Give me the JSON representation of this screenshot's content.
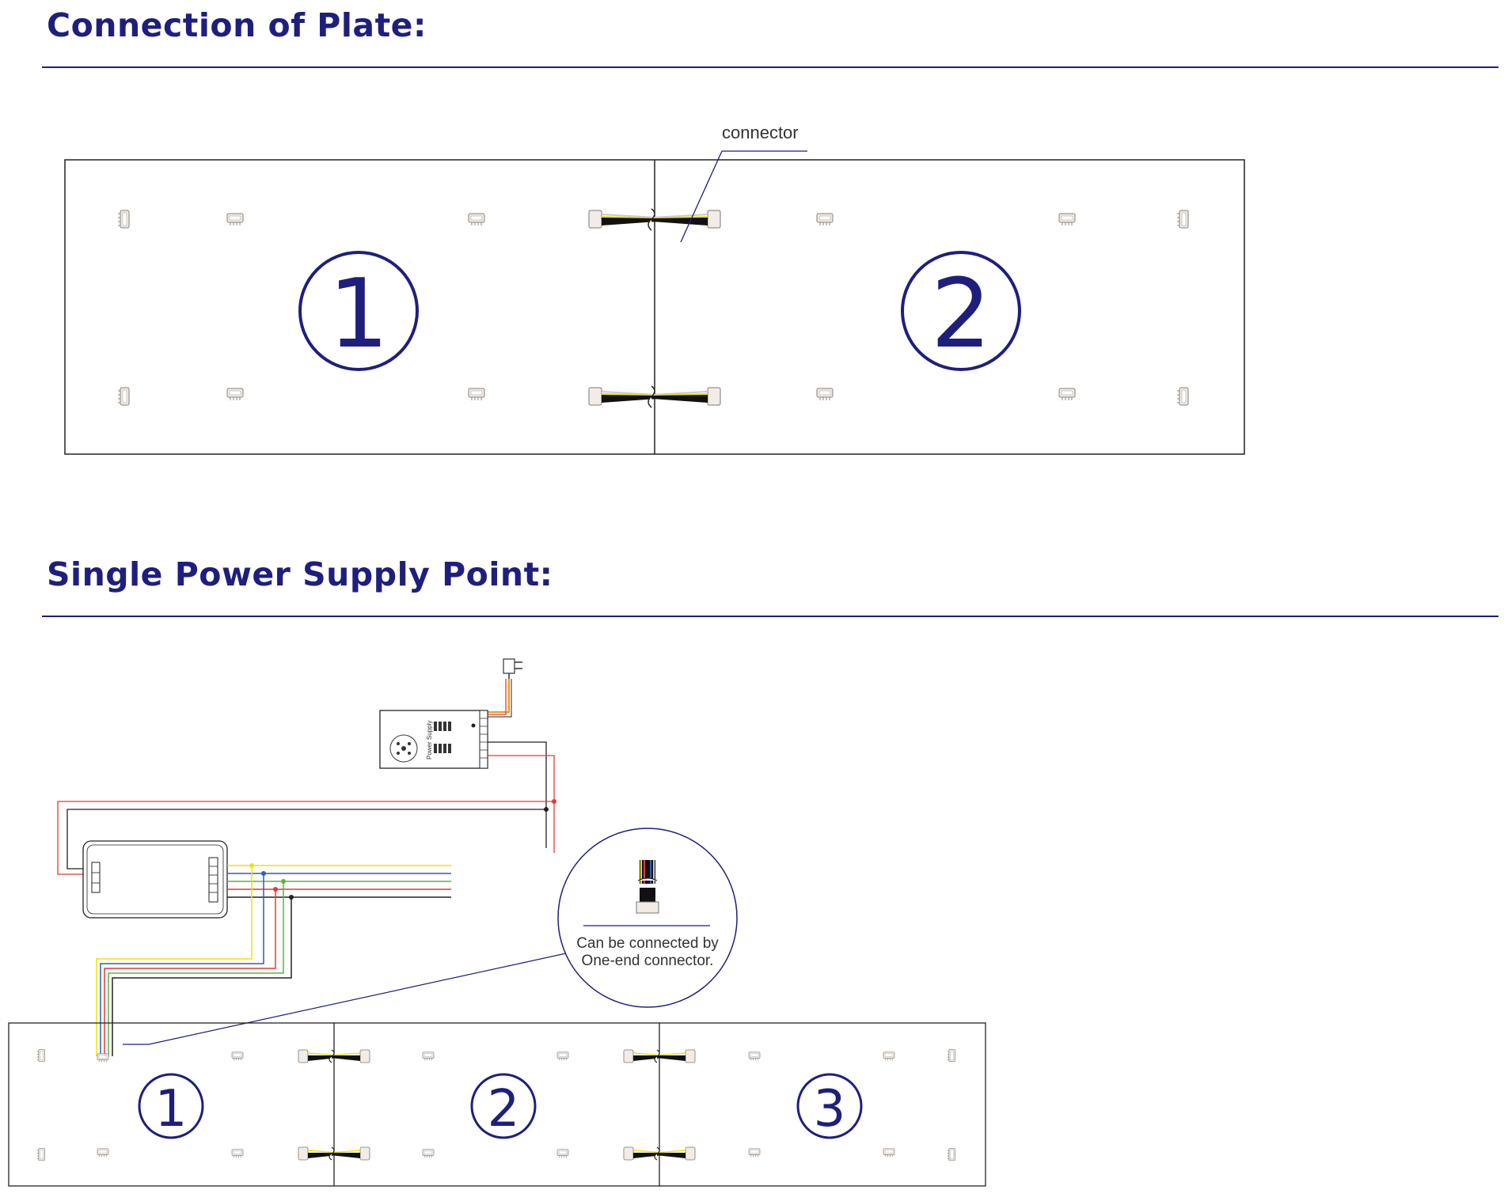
{
  "section1": {
    "title": "Connection of Plate:",
    "connector_label": "connector",
    "plate_numbers": [
      "1",
      "2"
    ]
  },
  "section2": {
    "title": "Single Power Supply Point:",
    "power_supply_label": "Power Supply",
    "callout_line1": "Can be connected by",
    "callout_line2": "One-end connector.",
    "plate_numbers": [
      "1",
      "2",
      "3"
    ]
  },
  "colors": {
    "title": "#1e1f7d",
    "outline": "#222222",
    "wire_red": "#e53935",
    "wire_black": "#222222",
    "wire_yellow": "#f2e200",
    "wire_blue": "#2f5fb8",
    "wire_green": "#64b044",
    "wire_white": "#c9c9c9"
  }
}
